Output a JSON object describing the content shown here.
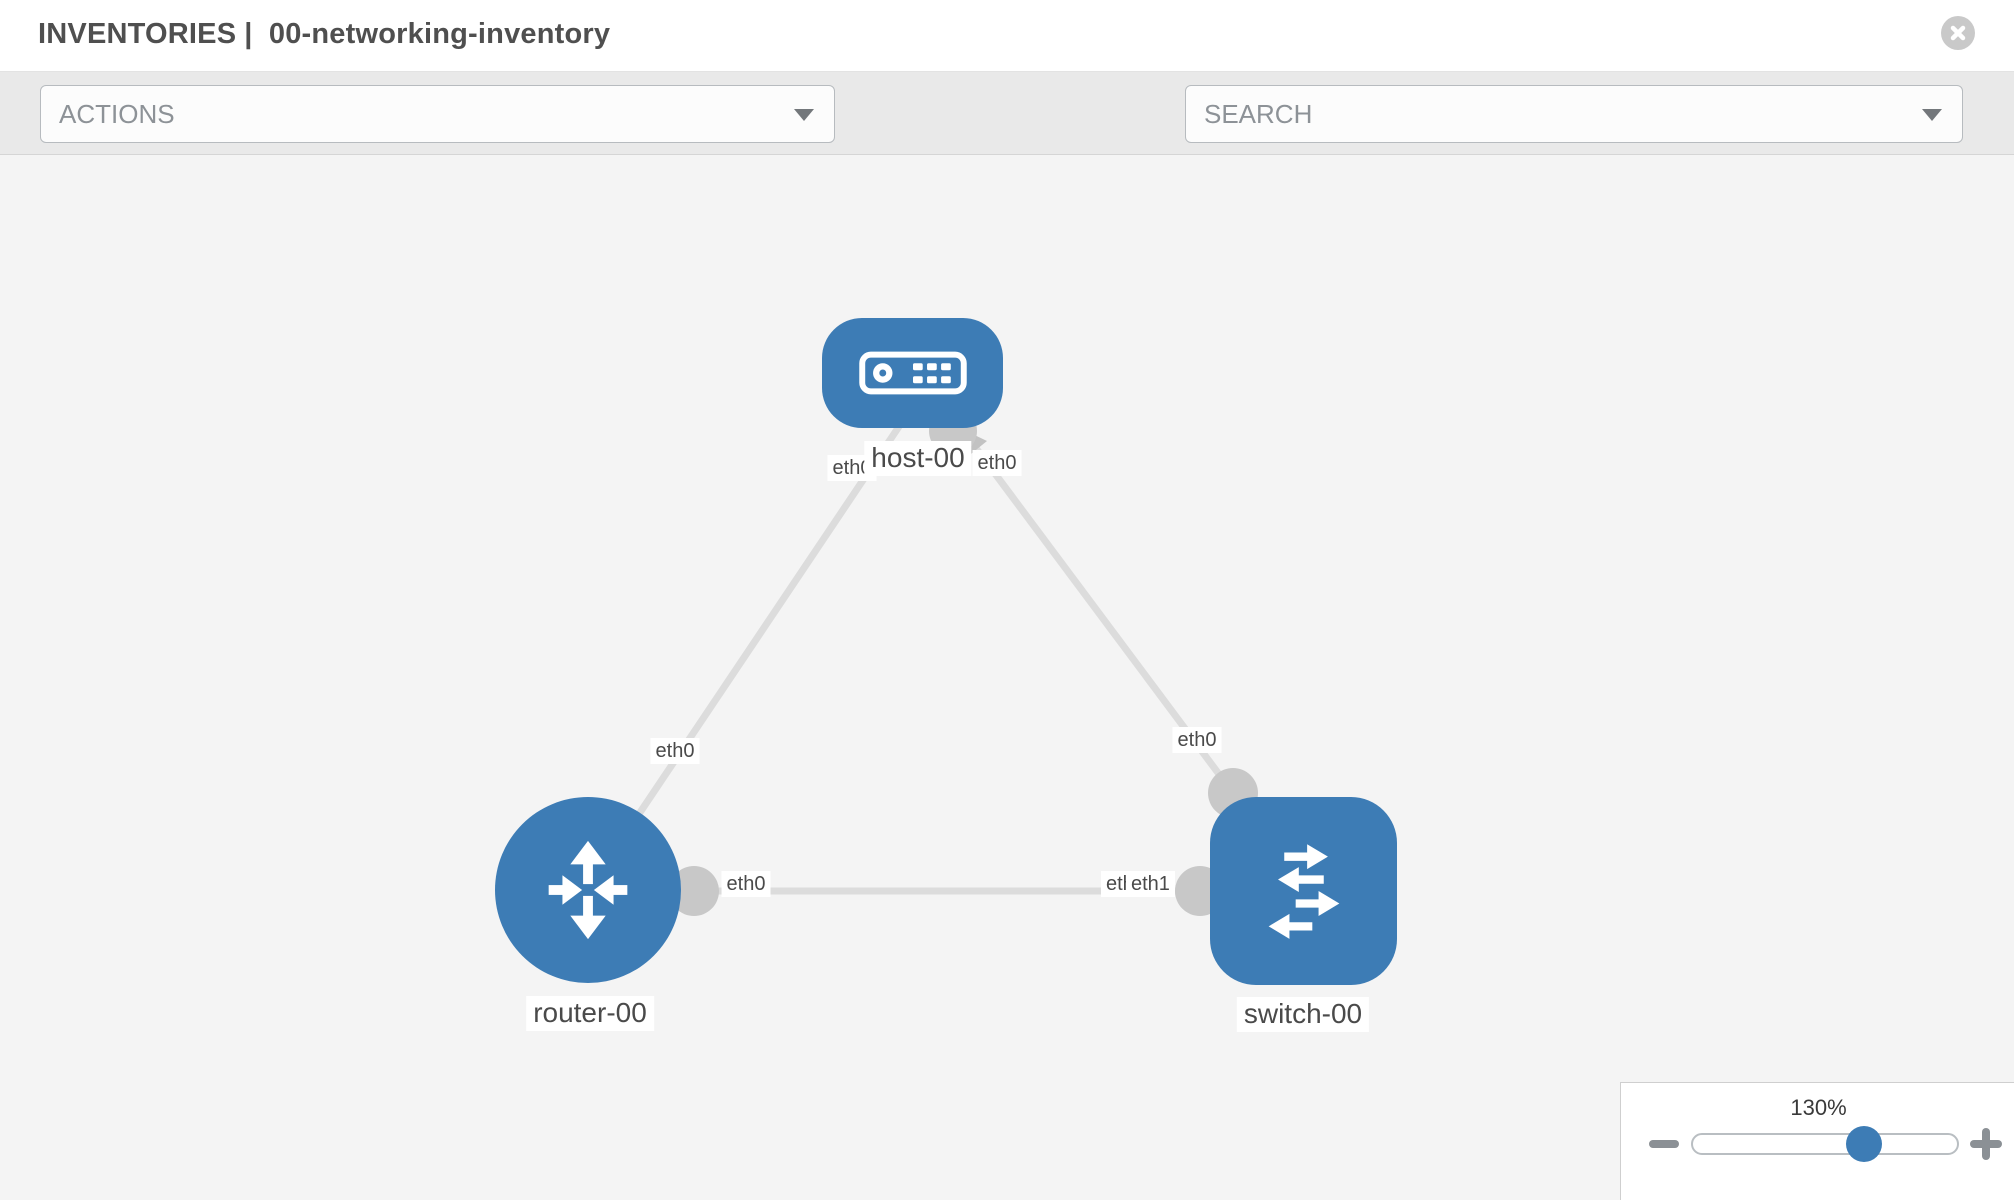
{
  "header": {
    "section": "INVENTORIES",
    "separator": "|",
    "inventory_name": "00-networking-inventory"
  },
  "toolbar": {
    "actions": {
      "label": "ACTIONS"
    },
    "search": {
      "placeholder": "SEARCH"
    },
    "tool_icons": [
      {
        "name": "wrench"
      },
      {
        "name": "key"
      }
    ]
  },
  "topology": {
    "nodes": [
      {
        "id": "host-00",
        "type": "host",
        "label": "host-00"
      },
      {
        "id": "router-00",
        "type": "router",
        "label": "router-00"
      },
      {
        "id": "switch-00",
        "type": "switch",
        "label": "switch-00"
      }
    ],
    "links": [
      {
        "from": "router-00",
        "to": "host-00"
      },
      {
        "from": "switch-00",
        "to": "host-00"
      },
      {
        "from": "router-00",
        "to": "switch-00"
      }
    ],
    "interface_labels": {
      "host_left": "eth0",
      "host_right": "eth0",
      "router_top": "eth0",
      "switch_top": "eth0",
      "router_right": "eth0",
      "switch_left_under": "eth0",
      "switch_left_over": "eth1"
    }
  },
  "zoom_control": {
    "level": "130%"
  },
  "colors": {
    "node_blue": "#3d7cb5",
    "link_gray": "#dcdcdc",
    "connector_gray": "#c8c8c8",
    "title_text": "#4f4f4f"
  }
}
